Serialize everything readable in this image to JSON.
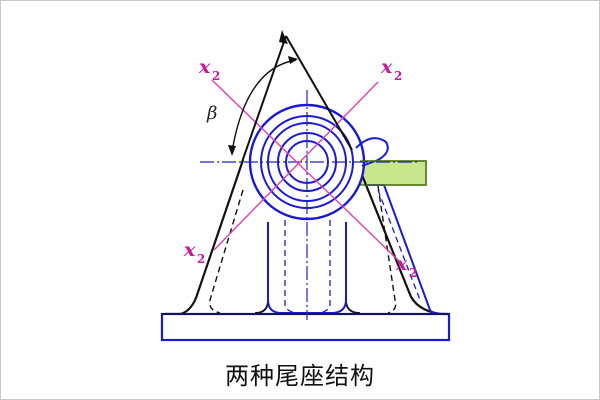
{
  "caption": "两种尾座结构",
  "labels": {
    "axis_x": "x",
    "axis_sub": "2",
    "angle": "β"
  },
  "colors": {
    "black_outline": "#111111",
    "blue_outline": "#1a1ad6",
    "axis_magenta": "#e040b0",
    "label_magenta": "#c8189a",
    "centerline": "#2020c0",
    "shaft_fill": "#c8e68c",
    "shaft_stroke": "#557a1f"
  }
}
